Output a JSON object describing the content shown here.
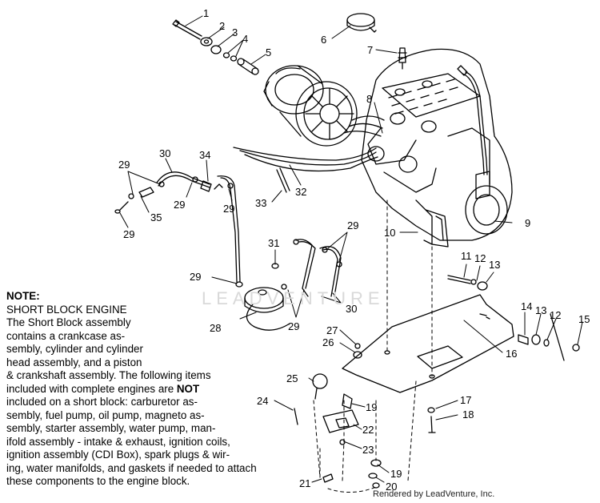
{
  "callouts": [
    {
      "id": "1",
      "text": "1"
    },
    {
      "id": "2",
      "text": "2"
    },
    {
      "id": "3",
      "text": "3"
    },
    {
      "id": "4",
      "text": "4"
    },
    {
      "id": "5",
      "text": "5"
    },
    {
      "id": "6",
      "text": "6"
    },
    {
      "id": "7",
      "text": "7"
    },
    {
      "id": "8",
      "text": "8"
    },
    {
      "id": "9",
      "text": "9"
    },
    {
      "id": "10",
      "text": "10"
    },
    {
      "id": "11",
      "text": "11"
    },
    {
      "id": "12a",
      "text": "12"
    },
    {
      "id": "13a",
      "text": "13"
    },
    {
      "id": "14",
      "text": "14"
    },
    {
      "id": "13b",
      "text": "13"
    },
    {
      "id": "12b",
      "text": "12"
    },
    {
      "id": "15",
      "text": "15"
    },
    {
      "id": "16",
      "text": "16"
    },
    {
      "id": "17",
      "text": "17"
    },
    {
      "id": "18",
      "text": "18"
    },
    {
      "id": "19a",
      "text": "19"
    },
    {
      "id": "19b",
      "text": "19"
    },
    {
      "id": "20",
      "text": "20"
    },
    {
      "id": "21",
      "text": "21"
    },
    {
      "id": "22",
      "text": "22"
    },
    {
      "id": "23",
      "text": "23"
    },
    {
      "id": "24",
      "text": "24"
    },
    {
      "id": "25",
      "text": "25"
    },
    {
      "id": "26",
      "text": "26"
    },
    {
      "id": "27",
      "text": "27"
    },
    {
      "id": "28",
      "text": "28"
    },
    {
      "id": "29a",
      "text": "29"
    },
    {
      "id": "29b",
      "text": "29"
    },
    {
      "id": "29c",
      "text": "29"
    },
    {
      "id": "29d",
      "text": "29"
    },
    {
      "id": "29e",
      "text": "29"
    },
    {
      "id": "29f",
      "text": "29"
    },
    {
      "id": "29g",
      "text": "29"
    },
    {
      "id": "30a",
      "text": "30"
    },
    {
      "id": "30b",
      "text": "30"
    },
    {
      "id": "31",
      "text": "31"
    },
    {
      "id": "32",
      "text": "32"
    },
    {
      "id": "33",
      "text": "33"
    },
    {
      "id": "34",
      "text": "34"
    },
    {
      "id": "35",
      "text": "35"
    }
  ],
  "note": {
    "title": "NOTE:",
    "lines": [
      "SHORT BLOCK ENGINE",
      "The Short Block assembly",
      "contains a crankcase as-",
      "sembly, cylinder and cylinder",
      "head assembly, and a piston",
      "& crankshaft assembly.  The following items",
      "included with complete engines are ",
      "included on a short block:  carburetor as-",
      "sembly, fuel pump, oil pump, magneto as-",
      "sembly, starter assembly, water pump, man-",
      "ifold assembly - intake & exhaust, ignition coils,",
      "ignition assembly (CDI Box), spark plugs & wir-",
      "ing, water manifolds, and gaskets if needed to attach",
      "these components to the engine block."
    ],
    "emphasis": "NOT"
  },
  "watermark": "LEADVENTURE",
  "footer": "Rendered by LeadVenture, Inc."
}
